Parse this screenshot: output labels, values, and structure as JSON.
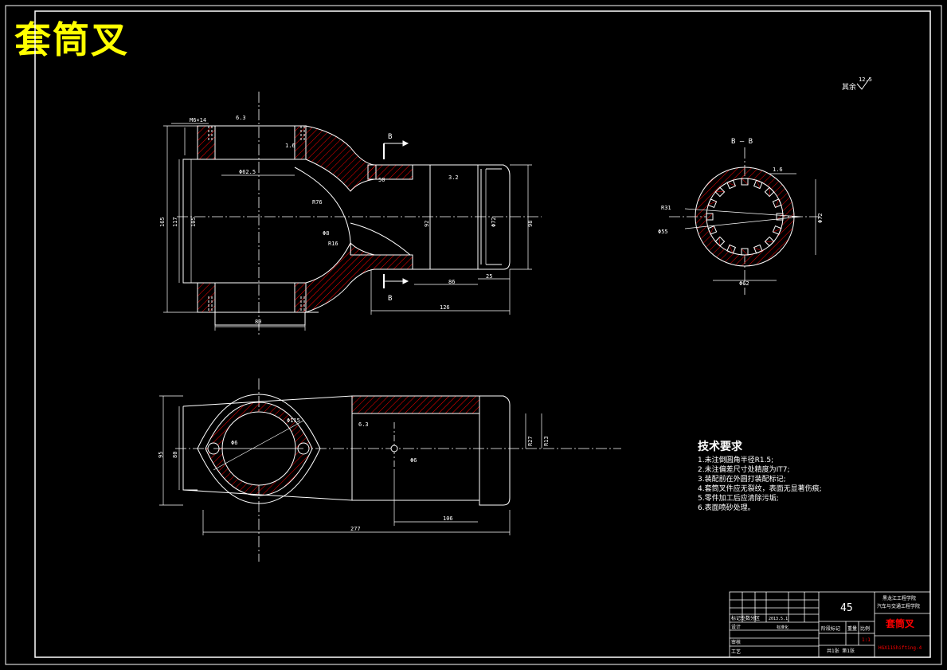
{
  "drawing": {
    "title": "套筒叉",
    "roughness_note": {
      "label": "其余",
      "value": "12.5"
    }
  },
  "section_label": "B — B",
  "section_marks": {
    "top": "B",
    "bottom": "B"
  },
  "colors": {
    "background": "#000000",
    "lines": "#ffffff",
    "title": "#ffff00",
    "red": "#ff0000",
    "cyan": "#00ffff",
    "dim": "#dddddd"
  },
  "front_view_dims": {
    "thread": "M6×14",
    "d1": "Φ62.5",
    "depth": "Φ8",
    "r76": "R76",
    "d72": "Φ72",
    "w80": "80",
    "l126": "126",
    "h165": "165",
    "h117": "117",
    "d105": "105",
    "d98": "98",
    "d92": "92",
    "d50": "50",
    "l86": "86",
    "r16": "R16",
    "rough_a": "6.3",
    "rough_b": "1.6",
    "rough_c": "3.2",
    "d25": "25"
  },
  "section_dims": {
    "d72": "Φ72",
    "d62": "Φ62",
    "r31": "R31",
    "d55": "Φ55",
    "rough": "1.6"
  },
  "bottom_view_dims": {
    "w95": "95",
    "w80": "80",
    "l277": "277",
    "l106": "106",
    "d6": "Φ6",
    "d115": "Φ115",
    "d6b": "Φ6",
    "r27": "R27",
    "r13": "R13",
    "rough": "6.3"
  },
  "technical_requirements": {
    "heading": "技术要求",
    "items": [
      "1.未注倒圆角半径R1.5;",
      "2.未注偏差尺寸处精度为IT7;",
      "3.装配前在外圆打装配标记;",
      "4.套筒叉件应无裂纹，表面无显著伤痕;",
      "5.零件加工后应清除污垢;",
      "6.表面喷砂处理。"
    ]
  },
  "title_block": {
    "material": "45",
    "school": "黑龙江工程学院",
    "dept": "汽车与交通工程学院",
    "part_name": "套筒叉",
    "scale_header": "阶段标记",
    "weight_header": "重量",
    "ratio_header": "比例",
    "ratio": "1:1",
    "sheets": "共1张 第1张",
    "drawing_no": "HGX11Shifting-4",
    "row_labels": {
      "mark": "标记",
      "design": "设计",
      "review": "审核",
      "craft": "工艺"
    },
    "change_label": "标记处数分区",
    "sign_date": "2013.5.1",
    "std": "标准化"
  }
}
